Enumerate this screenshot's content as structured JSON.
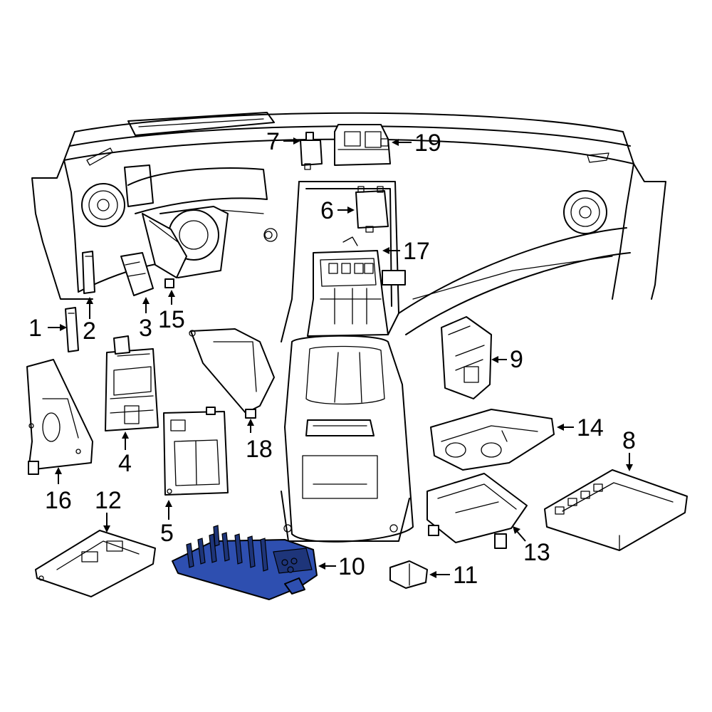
{
  "highlight_color": "#2e4fb0",
  "callouts": [
    {
      "id": "1",
      "label": "1"
    },
    {
      "id": "2",
      "label": "2"
    },
    {
      "id": "3",
      "label": "3"
    },
    {
      "id": "4",
      "label": "4"
    },
    {
      "id": "5",
      "label": "5"
    },
    {
      "id": "6",
      "label": "6"
    },
    {
      "id": "7",
      "label": "7"
    },
    {
      "id": "8",
      "label": "8"
    },
    {
      "id": "9",
      "label": "9"
    },
    {
      "id": "10",
      "label": "10"
    },
    {
      "id": "11",
      "label": "11"
    },
    {
      "id": "12",
      "label": "12"
    },
    {
      "id": "13",
      "label": "13"
    },
    {
      "id": "14",
      "label": "14"
    },
    {
      "id": "15",
      "label": "15"
    },
    {
      "id": "16",
      "label": "16"
    },
    {
      "id": "17",
      "label": "17"
    },
    {
      "id": "18",
      "label": "18"
    },
    {
      "id": "19",
      "label": "19"
    }
  ]
}
